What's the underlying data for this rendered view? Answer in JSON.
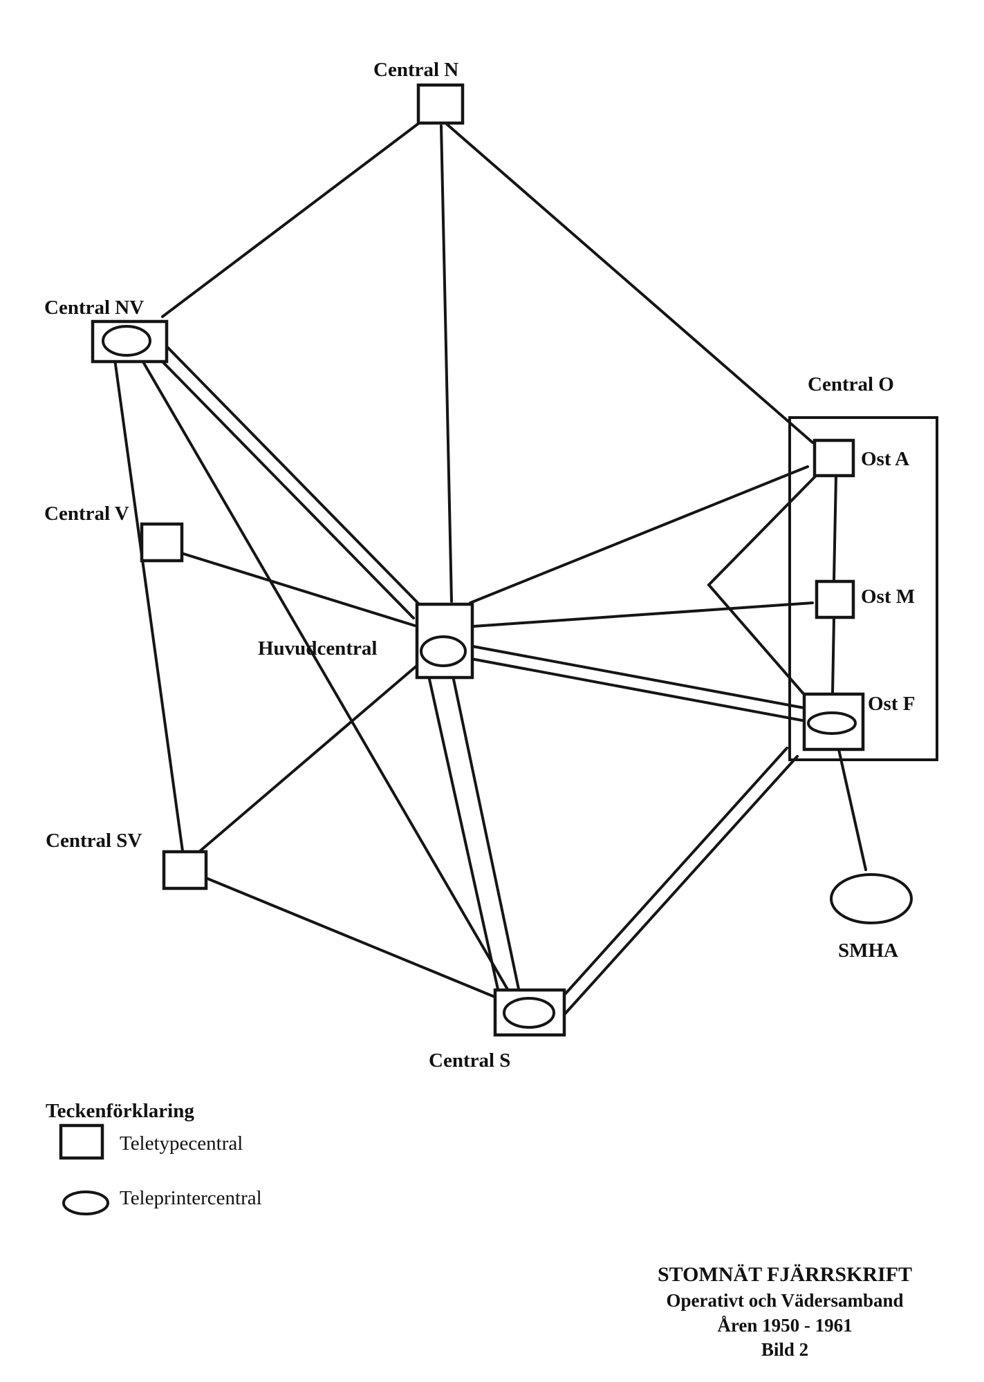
{
  "nodes": {
    "central_n": "Central N",
    "central_nv": "Central NV",
    "central_v": "Central V",
    "central_sv": "Central SV",
    "central_s": "Central S",
    "huvudcentral": "Huvudcentral",
    "central_o": "Central O",
    "ost_a": "Ost A",
    "ost_m": "Ost M",
    "ost_f": "Ost F",
    "smha": "SMHA"
  },
  "legend": {
    "title": "Teckenförklaring",
    "square": "Teletypecentral",
    "oval": "Teleprintercentral"
  },
  "caption": {
    "line1": "STOMNÄT FJÄRRSKRIFT",
    "line2": "Operativt och Vädersamband",
    "line3": "Åren 1950 - 1961",
    "line4": "Bild 2"
  },
  "colors": {
    "ink": "#151515",
    "paper": "#ffffff"
  }
}
